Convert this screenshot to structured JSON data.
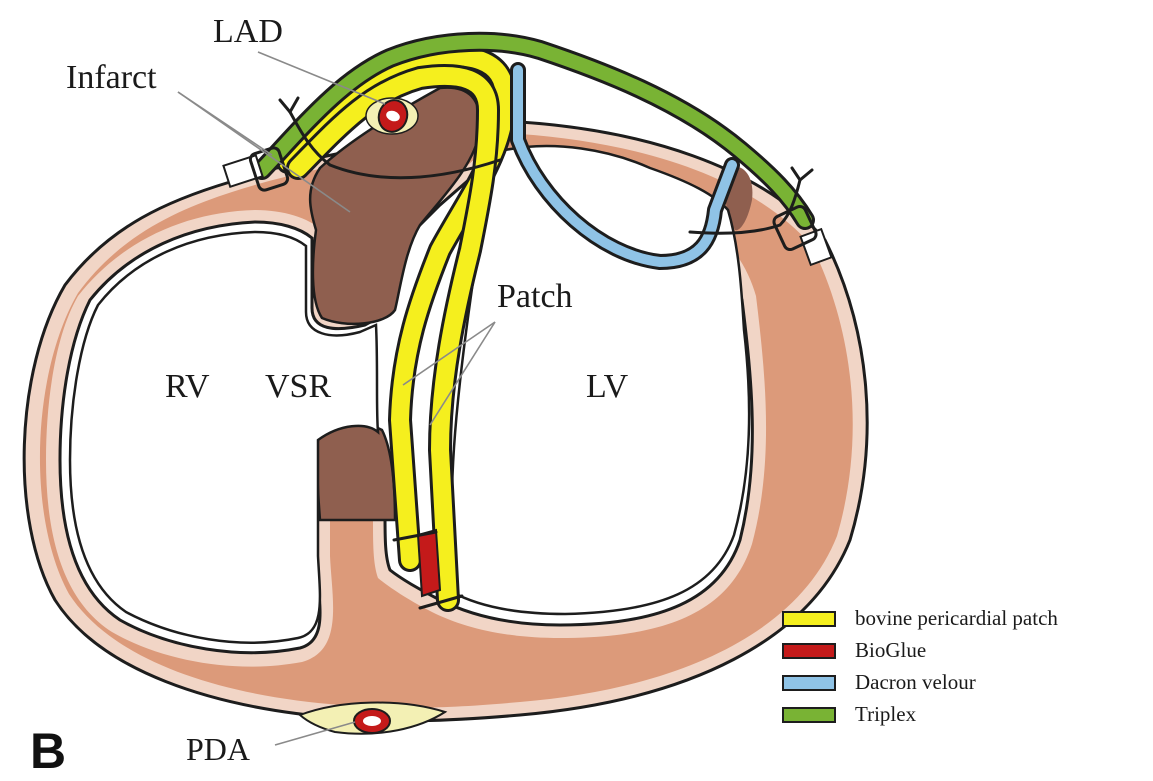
{
  "panel_letter": "B",
  "labels": {
    "lad": "LAD",
    "infarct": "Infarct",
    "patch": "Patch",
    "rv": "RV",
    "vsr": "VSR",
    "lv": "LV",
    "pda": "PDA"
  },
  "legend": [
    {
      "label": "bovine pericardial patch",
      "color": "#f5ef1e"
    },
    {
      "label": "BioGlue",
      "color": "#c41a1a"
    },
    {
      "label": "Dacron velour",
      "color": "#8fc3e6"
    },
    {
      "label": "Triplex",
      "color": "#79b334"
    }
  ],
  "colors": {
    "myocardium": "#dc9a7a",
    "rim": "#f1d5c6",
    "infarct": "#8f5f4f",
    "outline": "#1d1d1d",
    "vessel_fat": "#f3f0b4"
  }
}
